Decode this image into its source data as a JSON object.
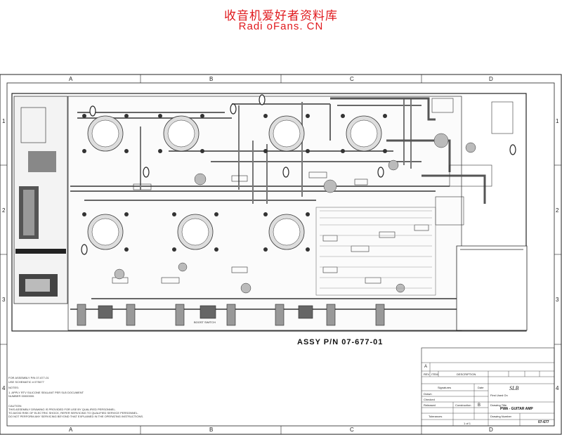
{
  "watermark": {
    "line1": "收音机爱好者资料库",
    "line2": "Radi oFans. CN"
  },
  "zones": {
    "columns": [
      "A",
      "B",
      "C",
      "D"
    ],
    "rows": [
      "1",
      "2",
      "3",
      "4"
    ]
  },
  "board": {
    "assy": "ASSY P/N 07-677-01",
    "boost_switch": "BOOST SWITCH"
  },
  "notes": {
    "line1": "FOR ASSEMBLY P/N  07-677-01",
    "line2": "USE SCHEMATIC #  07S677",
    "line3": "NOTES:",
    "line4": "1.  APPLY RTV SILICONE SEALANT PER SLB DOCUMENT",
    "line5": "    NUMBER 00000000.",
    "line6": "CAUTION:",
    "line7": "THIS ASSEMBLY DRAWING IS PROVIDED FOR USE BY QUALIFIED PERSONNEL.",
    "line8": "TO AVOID RISK OF ELECTRIC SHOCK, REFER SERVICING TO QUALIFIED SERVICE PERSONNEL.",
    "line9": "DO NOT PERFORM ANY SERVICING BEYOND THAT EXPLAINED IN THE OPERATING INSTRUCTIONS."
  },
  "title_block": {
    "rev": "A",
    "rev_header": "REV",
    "item_header": "ITEM",
    "description_header": "DESCRIPTION",
    "product": "PWA - GUITAR AMP",
    "drawing_title_label": "Drawing Title",
    "drawing_number_label": "Drawing Number",
    "drawing_number": "07-677",
    "signatures_label": "Signatures",
    "date_label": "Date",
    "drawn_label": "Drawn",
    "checked_label": "Checked",
    "released_label": "Released",
    "first_used_label": "First Used On",
    "tolerances_label": "Tolerances",
    "construction_label": "Construction",
    "size_value": "B",
    "sheet": "1 of 1",
    "logo": "SLB"
  }
}
